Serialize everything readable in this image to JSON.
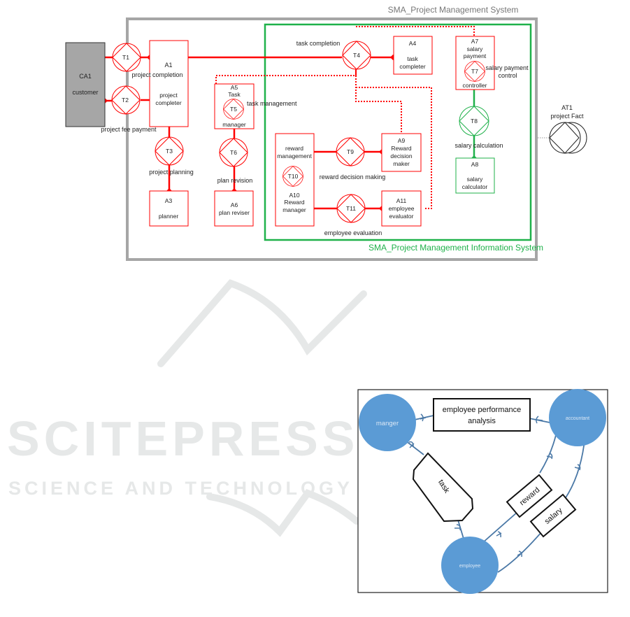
{
  "watermark": {
    "line1": "SCITEPRESS",
    "line2": "SCIENCE AND TECHNOLOGY PUBLICATIONS"
  },
  "top_diagram": {
    "outer_title": "SMA_Project Management System",
    "inner_title": "SMA_Project Management Information System",
    "colors": {
      "outer": "#a6a6a6",
      "inner": "#1fb14a",
      "actor": "#ff0000",
      "external": "#a0a0a0"
    },
    "customer": {
      "id": "CA1",
      "name": "customer"
    },
    "actors": {
      "A1": {
        "id": "A1",
        "line1": "project",
        "line2": "completer"
      },
      "A3": {
        "id": "A3",
        "line1": "planner"
      },
      "A4": {
        "id": "A4",
        "line1": "task",
        "line2": "completer"
      },
      "A5": {
        "id": "A5",
        "line1": "Task",
        "line2": "manager"
      },
      "A6": {
        "id": "A6",
        "line1": "plan reviser"
      },
      "A7": {
        "id": "A7",
        "line1": "salary",
        "line2": "payment",
        "line3": "controller"
      },
      "A8": {
        "id": "A8",
        "line1": "salary",
        "line2": "calculator"
      },
      "A9": {
        "id": "A9",
        "line1": "Reward",
        "line2": "decision",
        "line3": "maker"
      },
      "A10": {
        "id": "A10",
        "line0a": "reward",
        "line0b": "management",
        "line1": "Reward",
        "line2": "manager"
      },
      "A11": {
        "id": "A11",
        "line1": "employee",
        "line2": "evaluator"
      }
    },
    "transactions": {
      "T1": {
        "id": "T1",
        "label": "project completion"
      },
      "T2": {
        "id": "T2",
        "label": "project fee payment"
      },
      "T3": {
        "id": "T3",
        "label": "project planning"
      },
      "T4": {
        "id": "T4",
        "label": "task completion"
      },
      "T5": {
        "id": "T5",
        "label": "task management"
      },
      "T6": {
        "id": "T6",
        "label": "plan revision"
      },
      "T7": {
        "id": "T7",
        "label1": "salary payment",
        "label2": "control"
      },
      "T8": {
        "id": "T8",
        "label": "salary calculation"
      },
      "T9": {
        "id": "T9",
        "label": "reward decision making"
      },
      "T10": {
        "id": "T10"
      },
      "T11": {
        "id": "T11",
        "label": "employee evaluation"
      }
    },
    "external_fact": {
      "id": "AT1",
      "label": "project Fact"
    }
  },
  "bottom_diagram": {
    "color": "#5b9bd5",
    "roles": {
      "manager": "manger",
      "accountant": "accountant",
      "employee": "employee"
    },
    "objects": {
      "performance_line1": "employee performance",
      "performance_line2": "analysis",
      "task": "task",
      "reward": "reward",
      "salary": "salary"
    }
  }
}
